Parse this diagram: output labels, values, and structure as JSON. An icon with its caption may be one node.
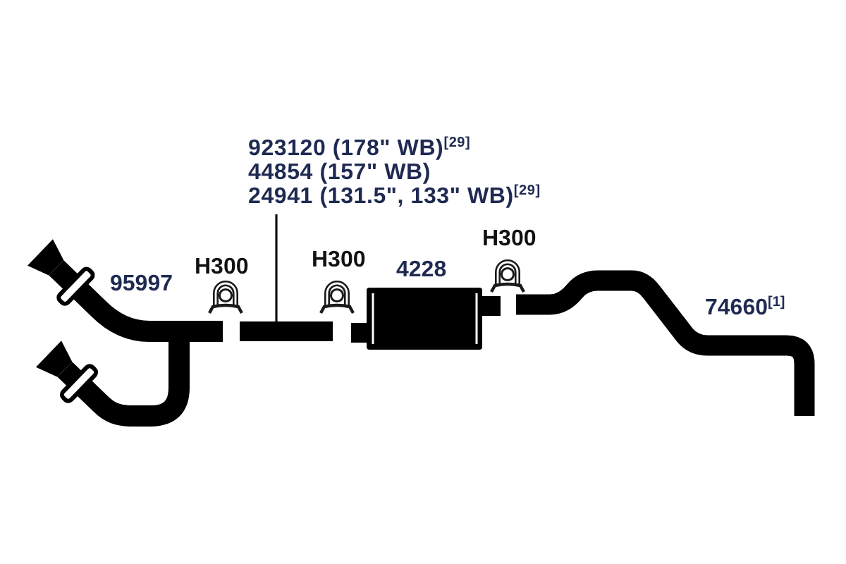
{
  "diagram": {
    "nodes": [
      {
        "text": [
          "923120 (178\" WB)$^{[29]}$",
          "44854 (157\" WB)",
          "24941 (131.5\", 133\" WB)$^{[29]}$"
        ]
      },
      {
        "text": [],
        "shape": "bar"
      }
    ],
    "edges": [
      {
        "from": 0,
        "to": 1,
        "arrow": "none"
      }
    ],
    "labels": [
      "95997",
      "H300",
      "H300",
      "4228",
      "H300",
      "74660$^{[1]}$"
    ]
  }
}
